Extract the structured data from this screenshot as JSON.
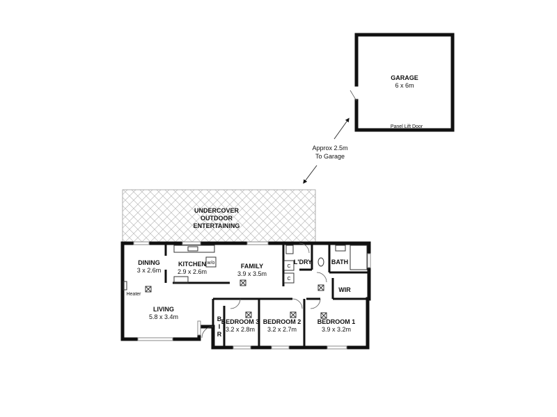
{
  "garage": {
    "title": "GARAGE",
    "dims": "6 x 6m",
    "door_label": "Panel Lift Door"
  },
  "note": {
    "line1": "Approx 2.5m",
    "line2": "To Garage"
  },
  "outdoor": {
    "line1": "UNDERCOVER",
    "line2": "OUTDOOR",
    "line3": "ENTERTAINING"
  },
  "rooms": {
    "dining": {
      "name": "DINING",
      "dims": "3 x 2.6m"
    },
    "kitchen": {
      "name": "KITCHEN",
      "dims": "2.9 x 2.6m"
    },
    "wo": {
      "name": "w/o"
    },
    "family": {
      "name": "FAMILY",
      "dims": "3.9 x 3.5m"
    },
    "laundry": {
      "name": "L'DRY"
    },
    "bath": {
      "name": "BATH"
    },
    "wir": {
      "name": "WIR"
    },
    "living": {
      "name": "LIVING",
      "dims": "5.8 x 3.4m"
    },
    "heater": {
      "name": "Heater"
    },
    "bedroom3": {
      "name": "BEDROOM 3",
      "dims": "3.2 x 2.8m"
    },
    "bedroom2": {
      "name": "BEDROOM 2",
      "dims": "3.2 x 2.7m"
    },
    "bedroom1": {
      "name": "BEDROOM 1",
      "dims": "3.9 x 3.2m"
    },
    "bir": {
      "letters": [
        "B",
        "I",
        "R"
      ]
    },
    "cupboard": {
      "name": "C"
    }
  },
  "colors": {
    "wall": "#111111",
    "hatch": "#bbbbbb",
    "background": "#ffffff"
  }
}
